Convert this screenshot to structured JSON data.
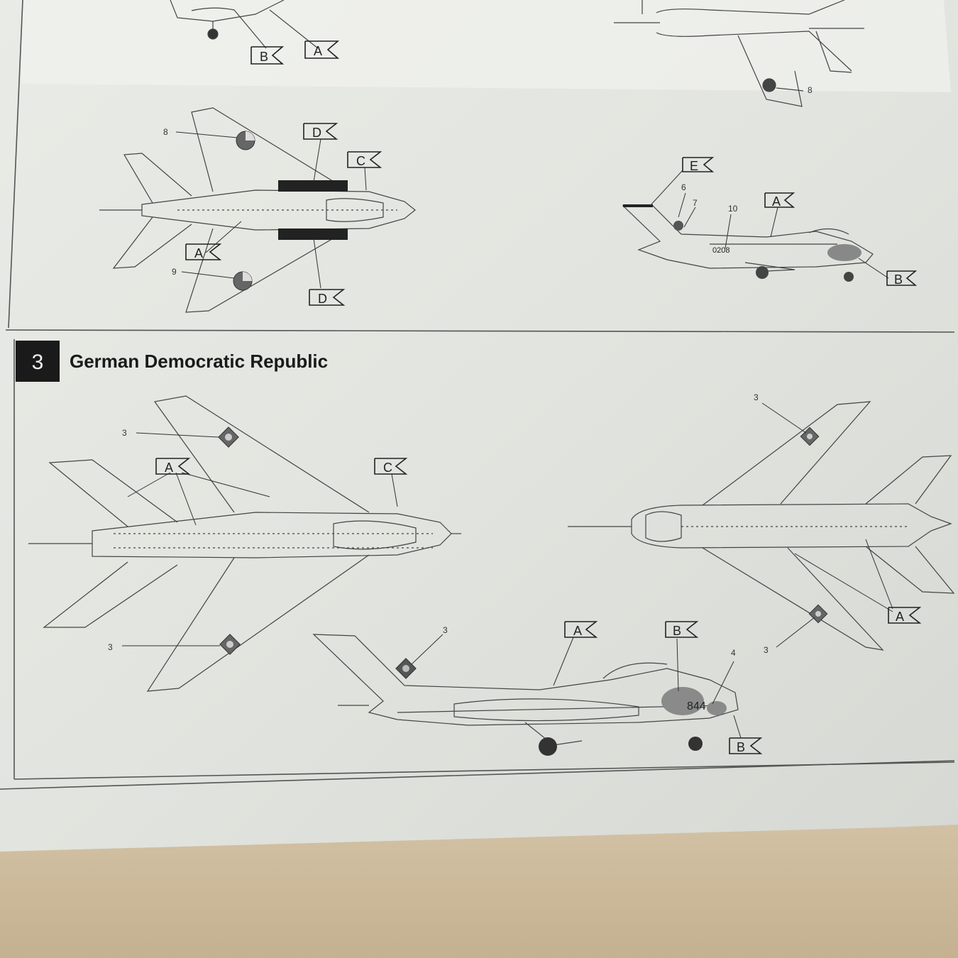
{
  "section_top": {
    "callouts": {
      "topleft_b": "B",
      "topleft_a": "A",
      "topright_8": "8",
      "plan_8": "8",
      "plan_d_top": "D",
      "plan_c": "C",
      "plan_a": "A",
      "plan_9": "9",
      "plan_d_bottom": "D",
      "side_e": "E",
      "side_6": "6",
      "side_7": "7",
      "side_10": "10",
      "side_a": "A",
      "side_serial": "0208",
      "side_b": "B"
    }
  },
  "section_3": {
    "number": "3",
    "title": "German Democratic Republic",
    "callouts": {
      "top_3_upper": "3",
      "top_a": "A",
      "top_c": "C",
      "top_3_lower": "3",
      "bottom_3_upper": "3",
      "bottom_a": "A",
      "bottom_3_lower": "3",
      "side_3": "3",
      "side_a": "A",
      "side_b_top": "B",
      "side_4": "4",
      "side_serial": "844",
      "side_b_bottom": "B"
    }
  }
}
